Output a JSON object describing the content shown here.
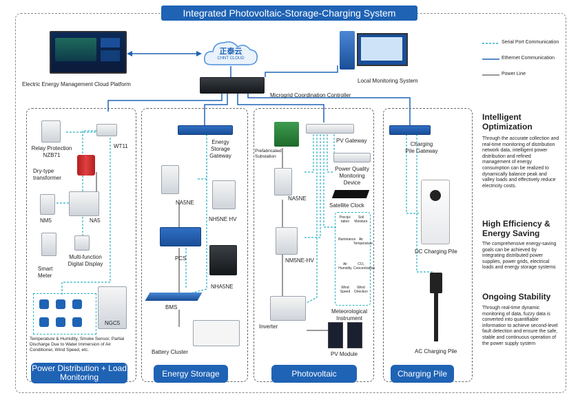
{
  "title": "Integrated Photovoltaic-Storage-Charging System",
  "legend": {
    "serial": "Serial Port Communication",
    "ethernet": "Ethernet Communication",
    "power": "Power Line"
  },
  "cloud": {
    "brand": "正泰云",
    "sub": "CHNT CLOUD"
  },
  "top": {
    "cloud_platform": "Electric Energy Management Cloud Platform",
    "local_monitoring": "Local Monitoring System",
    "controller": "Microgrid Coordination Controller"
  },
  "panels": {
    "power": {
      "label": "Power Distribution + Load Monitoring",
      "relay": "Relay Protection NZB71",
      "wt11": "WT11",
      "transformer": "Dry-type transformer",
      "nm5": "NM5",
      "na5": "NA5",
      "smart_meter": "Smart Meter",
      "digital_display": "Multi-function Digital Display",
      "ngc5": "NGC5",
      "sensors_note": "Temperature & Humidity, Smoke Sensor, Partial Discharge Due to Water Immersion of Air Conditioner, Wind Speed, etc."
    },
    "storage": {
      "label": "Energy Storage",
      "gateway": "Energy Storage Gateway",
      "na5ne": "NA5NE",
      "nh5ne": "NH5NE HV",
      "pcs": "PCS",
      "nha5ne": "NHA5NE",
      "bms": "BMS",
      "battery": "Battery Cluster"
    },
    "pv": {
      "label": "Photovoltaic",
      "substation": "Prefabricated Substation",
      "gateway": "PV Gateway",
      "na5ne": "NA5NE",
      "pq": "Power Quality Monitoring Device",
      "clock": "Satellite Clock",
      "nm5ne": "NM5NE-HV",
      "inverter": "Inverter",
      "met": "Meteorological Instrument",
      "module": "PV Module",
      "sensors": [
        "Precipi-tation",
        "Soil Moisture",
        "Illuminance",
        "Air Temperature",
        "Air Humidity",
        "CO₂ Concentration",
        "Wind Speed",
        "Wind Direction"
      ]
    },
    "charging": {
      "label": "Charging Pile",
      "gateway": "Charging Pile Gateway",
      "dc": "DC Charging Pile",
      "ac": "AC Charging Pile"
    }
  },
  "side": [
    {
      "heading": "Intelligent Optimization",
      "body": "Through the accurate collection and real-time monitoring of distribution network data, intelligent power distribution and refined management of energy consumption can be realized to dynamically balance peak and valley loads and effectively reduce electricity costs."
    },
    {
      "heading": "High Efficiency & Energy Saving",
      "body": "The comprehensive energy-saving goals can be achieved by integrating distributed power supplies, power grids, electrical loads and energy storage systems"
    },
    {
      "heading": "Ongoing Stability",
      "body": "Through real-time dynamic monitoring of data, fuzzy data is converted into quantifiable information to achieve second-level fault detection and ensure the safe, stable and continuous operation of the power supply system"
    }
  ],
  "colors": {
    "primary": "#1f63b5",
    "serial_line": "#2bb0c4",
    "ethernet_line": "#1f63b5",
    "power_line": "#333333"
  }
}
